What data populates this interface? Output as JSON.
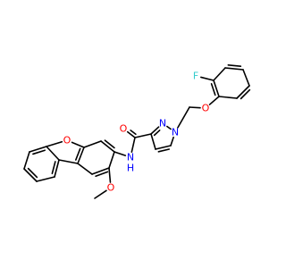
{
  "colors": {
    "carbon_bond": "#000000",
    "N": "#0000ff",
    "O": "#ff0000",
    "F": "#33cccc"
  },
  "atom_labels": {
    "O_furan": "O",
    "N_amide": "N",
    "H_amide": "H",
    "O_carbonyl": "O",
    "N_pyrazole_2": "N",
    "N_pyrazole_1": "N",
    "O_ether": "O",
    "F": "F",
    "O_methoxy": "O"
  }
}
